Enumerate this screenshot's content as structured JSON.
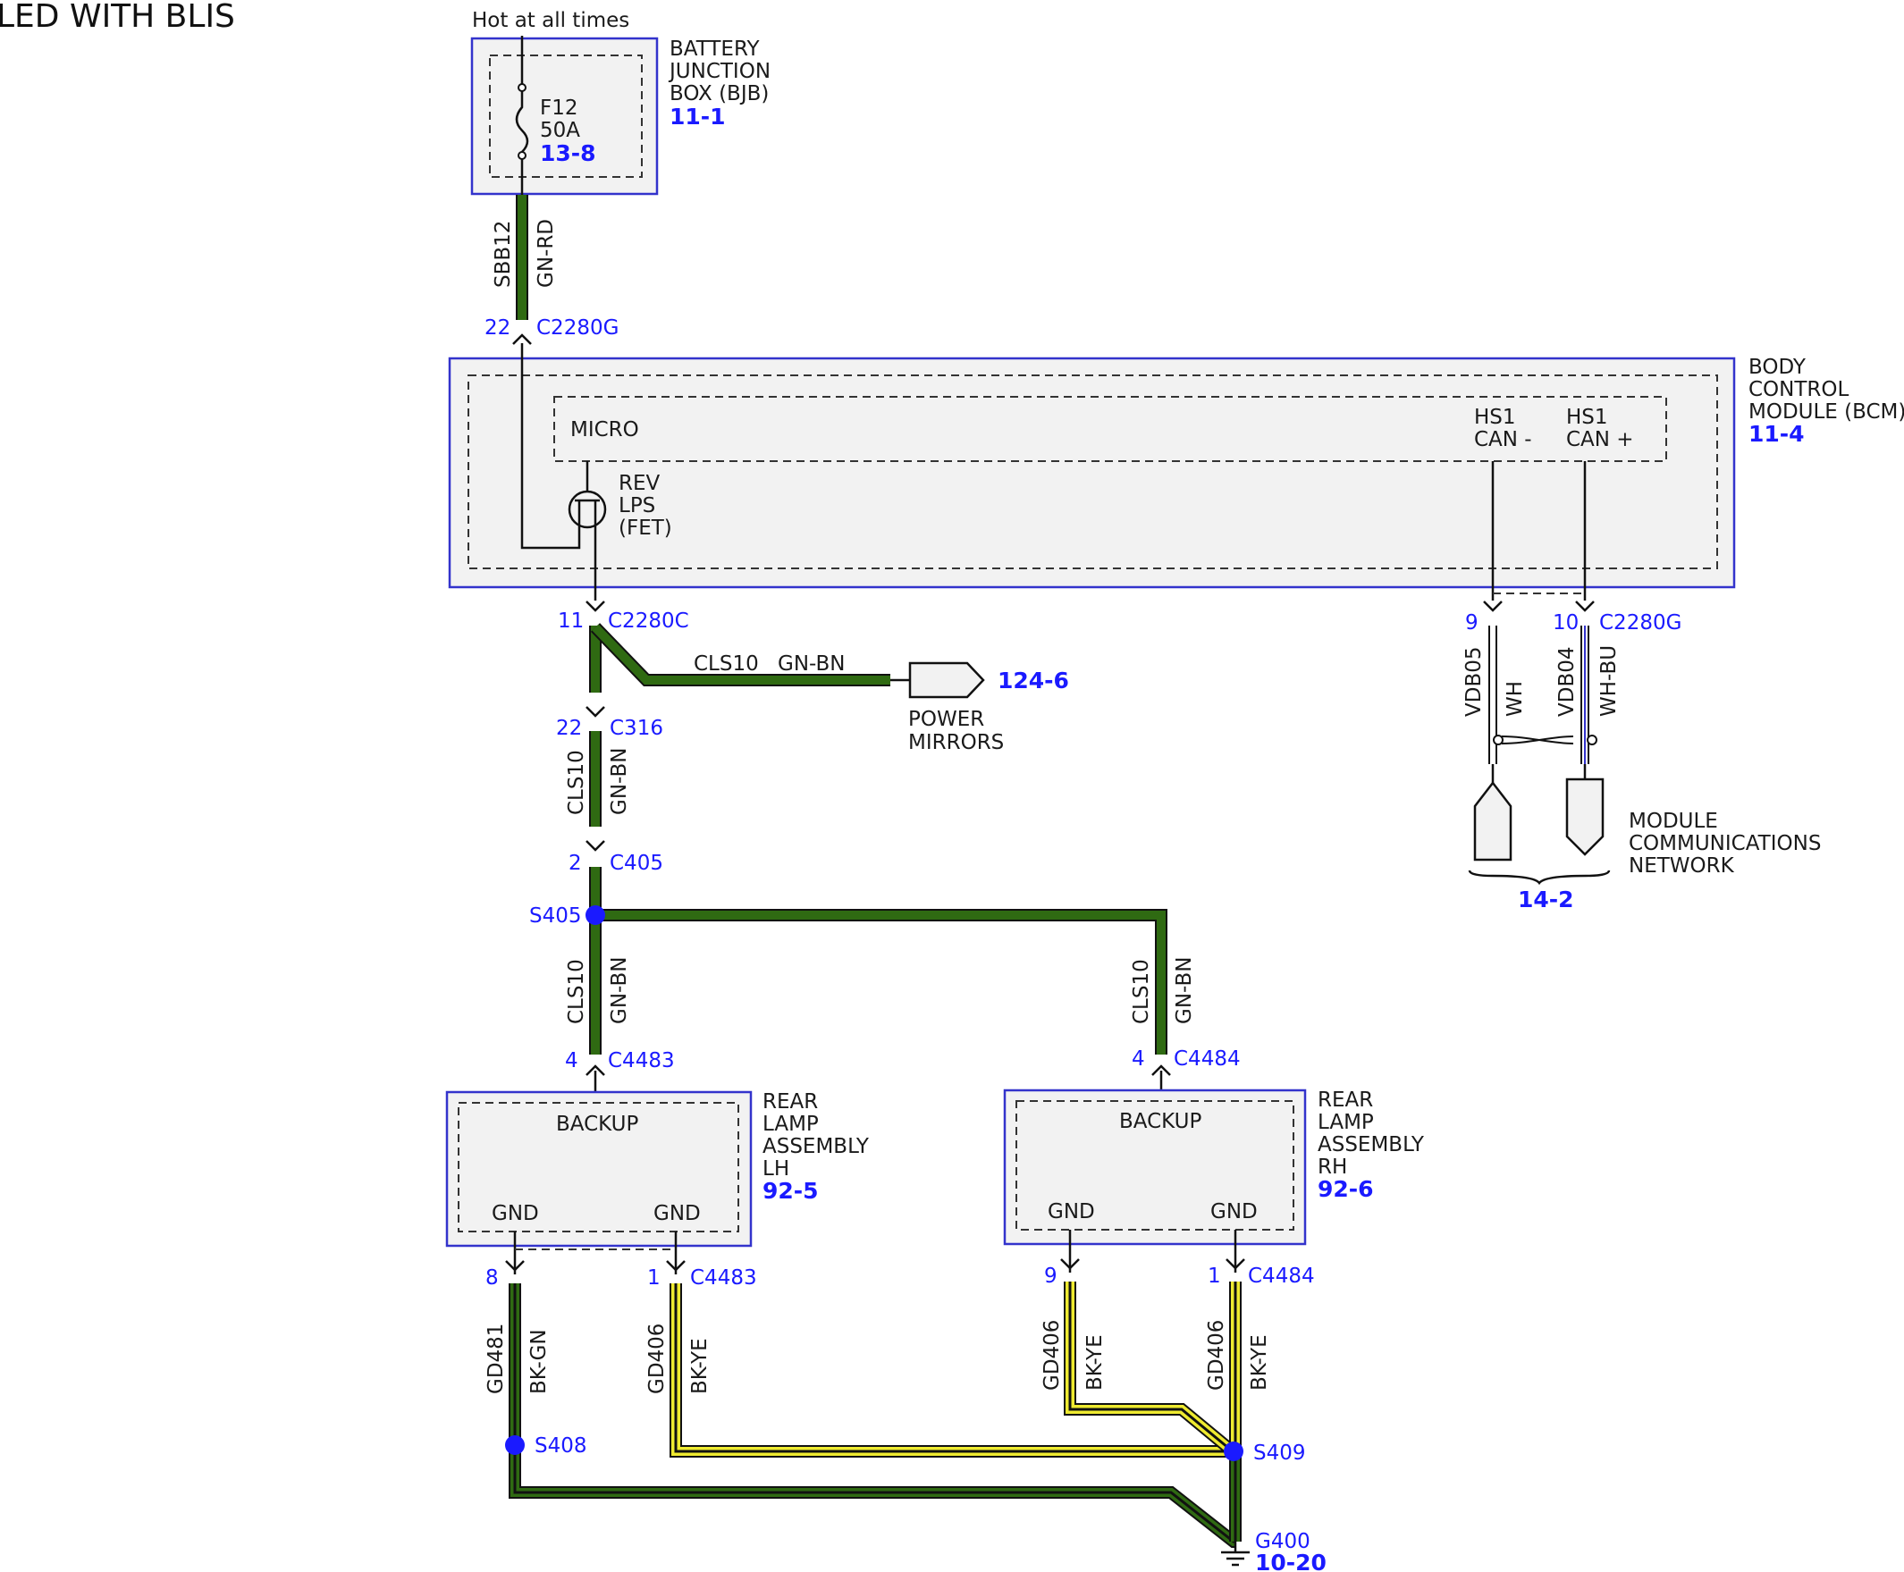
{
  "title": "LED WITH BLIS",
  "power_note": "Hot at all times",
  "bjb": {
    "name_lines": [
      "BATTERY",
      "JUNCTION",
      "BOX (BJB)"
    ],
    "ref": "11-1",
    "fuse_id": "F12",
    "fuse_rating": "50A",
    "fuse_ref": "13-8"
  },
  "wires": {
    "sbb12": {
      "circuit": "SBB12",
      "color": "GN-RD"
    },
    "cls10_top": {
      "circuit": "CLS10",
      "color": "GN-BN"
    },
    "cls10_mid": {
      "circuit": "CLS10",
      "color": "GN-BN"
    },
    "cls10_lh": {
      "circuit": "CLS10",
      "color": "GN-BN"
    },
    "cls10_rh": {
      "circuit": "CLS10",
      "color": "GN-BN"
    },
    "vdb05": {
      "circuit": "VDB05",
      "color": "WH"
    },
    "vdb04": {
      "circuit": "VDB04",
      "color": "WH-BU"
    },
    "gd481": {
      "circuit": "GD481",
      "color": "BK-GN"
    },
    "gd406_lh": {
      "circuit": "GD406",
      "color": "BK-YE"
    },
    "gd406_rh9": {
      "circuit": "GD406",
      "color": "BK-YE"
    },
    "gd406_rh1": {
      "circuit": "GD406",
      "color": "BK-YE"
    }
  },
  "connectors": {
    "c2280g_top": {
      "pin": "22",
      "name": "C2280G"
    },
    "c2280c": {
      "pin": "11",
      "name": "C2280C"
    },
    "c316": {
      "pin": "22",
      "name": "C316"
    },
    "c405": {
      "pin": "2",
      "name": "C405"
    },
    "c4483_top": {
      "pin": "4",
      "name": "C4483"
    },
    "c4484_top": {
      "pin": "4",
      "name": "C4484"
    },
    "c2280g_can": {
      "pin_a": "9",
      "pin_b": "10",
      "name": "C2280G"
    },
    "c4483_bot": {
      "pin_a": "8",
      "pin_b": "1",
      "name": "C4483"
    },
    "c4484_bot": {
      "pin_a": "9",
      "pin_b": "1",
      "name": "C4484"
    }
  },
  "bcm": {
    "name_lines": [
      "BODY",
      "CONTROL",
      "MODULE (BCM)"
    ],
    "ref": "11-4",
    "micro": "MICRO",
    "fet_lines": [
      "REV",
      "LPS",
      "(FET)"
    ],
    "can_minus": [
      "HS1",
      "CAN -"
    ],
    "can_plus": [
      "HS1",
      "CAN +"
    ]
  },
  "power_mirrors": {
    "lines": [
      "POWER",
      "MIRRORS"
    ],
    "ref": "124-6"
  },
  "network": {
    "lines": [
      "MODULE",
      "COMMUNICATIONS",
      "NETWORK"
    ],
    "ref": "14-2"
  },
  "splices": {
    "s405": "S405",
    "s408": "S408",
    "s409": "S409"
  },
  "lamp_lh": {
    "name_lines": [
      "REAR",
      "LAMP",
      "ASSEMBLY",
      "LH"
    ],
    "ref": "92-5",
    "backup": "BACKUP",
    "gnd_a": "GND",
    "gnd_b": "GND"
  },
  "lamp_rh": {
    "name_lines": [
      "REAR",
      "LAMP",
      "ASSEMBLY",
      "RH"
    ],
    "ref": "92-6",
    "backup": "BACKUP",
    "gnd_a": "GND",
    "gnd_b": "GND"
  },
  "ground": {
    "name": "G400",
    "ref": "10-20"
  }
}
